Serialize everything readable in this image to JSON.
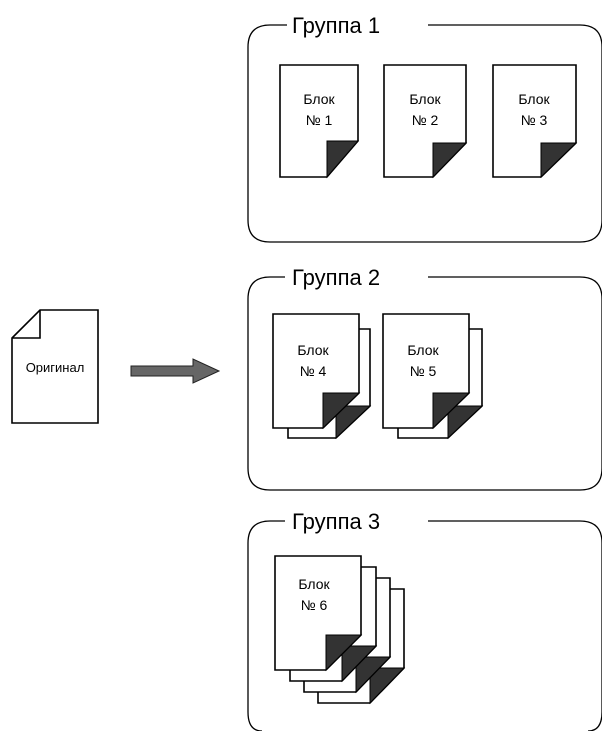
{
  "original": {
    "label": "Оригинал"
  },
  "groups": [
    {
      "title": "Группа 1",
      "blocks": [
        {
          "line1": "Блок",
          "line2": "№ 1"
        },
        {
          "line1": "Блок",
          "line2": "№ 2"
        },
        {
          "line1": "Блок",
          "line2": "№ 3"
        }
      ]
    },
    {
      "title": "Группа 2",
      "blocks": [
        {
          "line1": "Блок",
          "line2": "№ 4"
        },
        {
          "line1": "Блок",
          "line2": "№ 5"
        }
      ]
    },
    {
      "title": "Группа 3",
      "blocks": [
        {
          "line1": "Блок",
          "line2": "№ 6"
        }
      ]
    }
  ]
}
